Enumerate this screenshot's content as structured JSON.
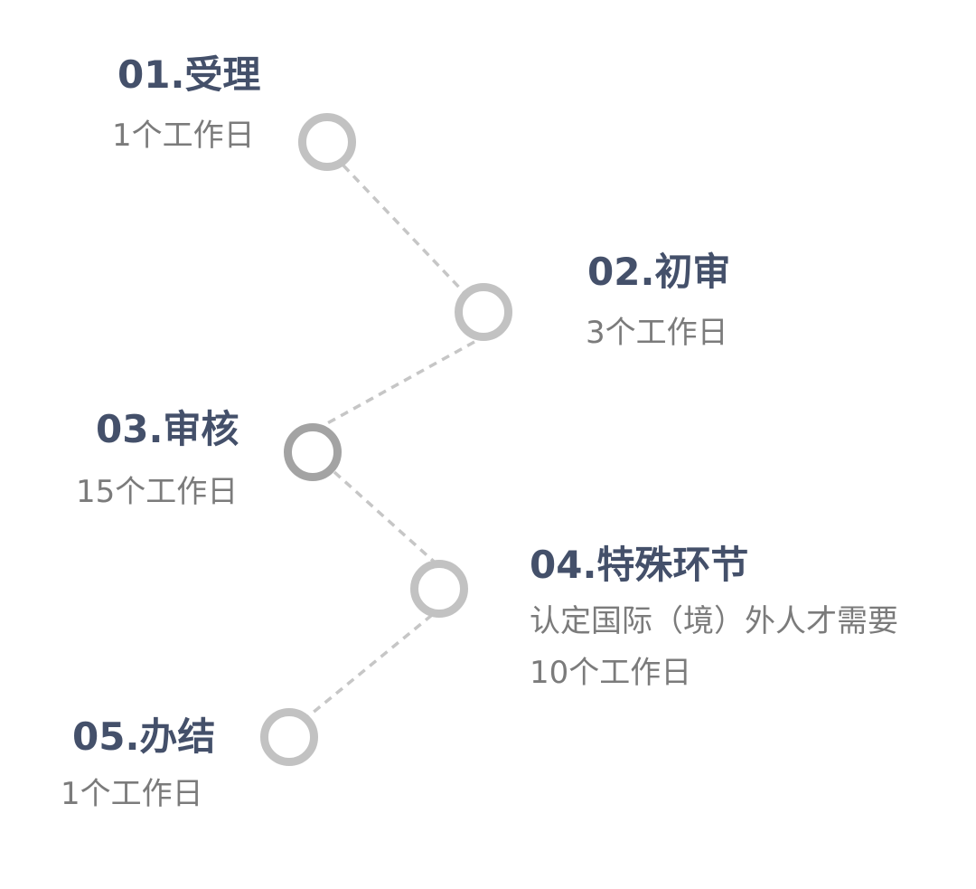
{
  "steps": [
    {
      "title": "01.受理",
      "duration": "1个工作日"
    },
    {
      "title": "02.初审",
      "duration": "3个工作日"
    },
    {
      "title": "03.审核",
      "duration": "15个工作日"
    },
    {
      "title": "04.特殊环节",
      "note": "认定国际（境）外人才需要",
      "duration": "10个工作日"
    },
    {
      "title": "05.办结",
      "duration": "1个工作日"
    }
  ],
  "colors": {
    "title": "#44506a",
    "subtext": "#7b7b7b",
    "node_ring": "#c2c2c2",
    "node_ring_emphasis": "#a3a3a3",
    "connector": "#c6c6c6"
  },
  "icons": {
    "node": "ring-circle"
  }
}
